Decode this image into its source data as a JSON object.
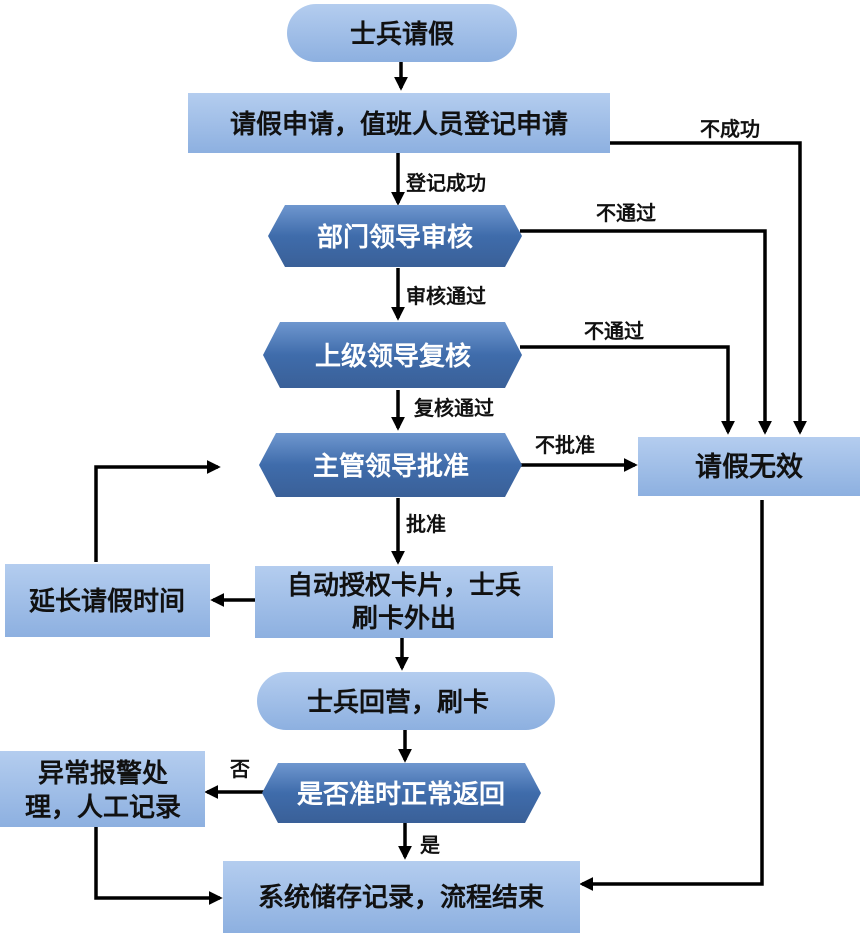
{
  "nodes": {
    "start": "士兵请假",
    "apply": "请假申请，值班人员登记申请",
    "dept": "部门领导审核",
    "superior": "上级领导复核",
    "director": "主管领导批准",
    "invalid": "请假无效",
    "extend": "延长请假时间",
    "card_line1": "自动授权卡片，士兵",
    "card_line2": "刷卡外出",
    "return": "士兵回营，刷卡",
    "ontime": "是否准时正常返回",
    "alarm_line1": "异常报警处",
    "alarm_line2": "理，人工记录",
    "end": "系统储存记录，流程结束"
  },
  "edges": {
    "reg_ok": "登记成功",
    "reg_fail": "不成功",
    "review_ok": "审核通过",
    "review_fail": "不通过",
    "recheck_ok": "复核通过",
    "recheck_fail": "不通过",
    "approve_ok": "批准",
    "approve_fail": "不批准",
    "yes": "是",
    "no": "否"
  },
  "colors": {
    "light_box": "#9bbbe6",
    "dark_hex": "#3e6aa8",
    "connector": "#000000"
  }
}
